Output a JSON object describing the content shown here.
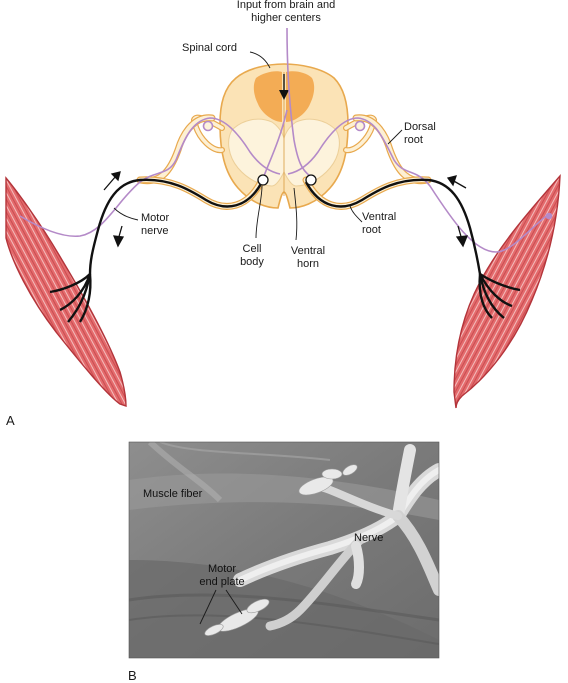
{
  "panel_a": {
    "panel_label": "A",
    "labels": {
      "input_line1": "Input from brain and",
      "input_line2": "higher centers",
      "spinal_cord": "Spinal cord",
      "dorsal_root_line1": "Dorsal",
      "dorsal_root_line2": "root",
      "motor_nerve_line1": "Motor",
      "motor_nerve_line2": "nerve",
      "cell_body_line1": "Cell",
      "cell_body_line2": "body",
      "ventral_horn_line1": "Ventral",
      "ventral_horn_line2": "horn",
      "ventral_root_line1": "Ventral",
      "ventral_root_line2": "root"
    },
    "colors": {
      "white_matter": "#fbe3b6",
      "gray_matter": "#fdf3dc",
      "dorsal_column": "#f2a54a",
      "outline": "#e8a94e",
      "sensory_fiber": "#b48ac8",
      "motor_fiber": "#111111",
      "muscle": "#d9555a"
    }
  },
  "panel_b": {
    "panel_label": "B",
    "labels": {
      "muscle_fiber": "Muscle fiber",
      "nerve": "Nerve",
      "motor_end_plate_line1": "Motor",
      "motor_end_plate_line2": "end plate"
    }
  }
}
